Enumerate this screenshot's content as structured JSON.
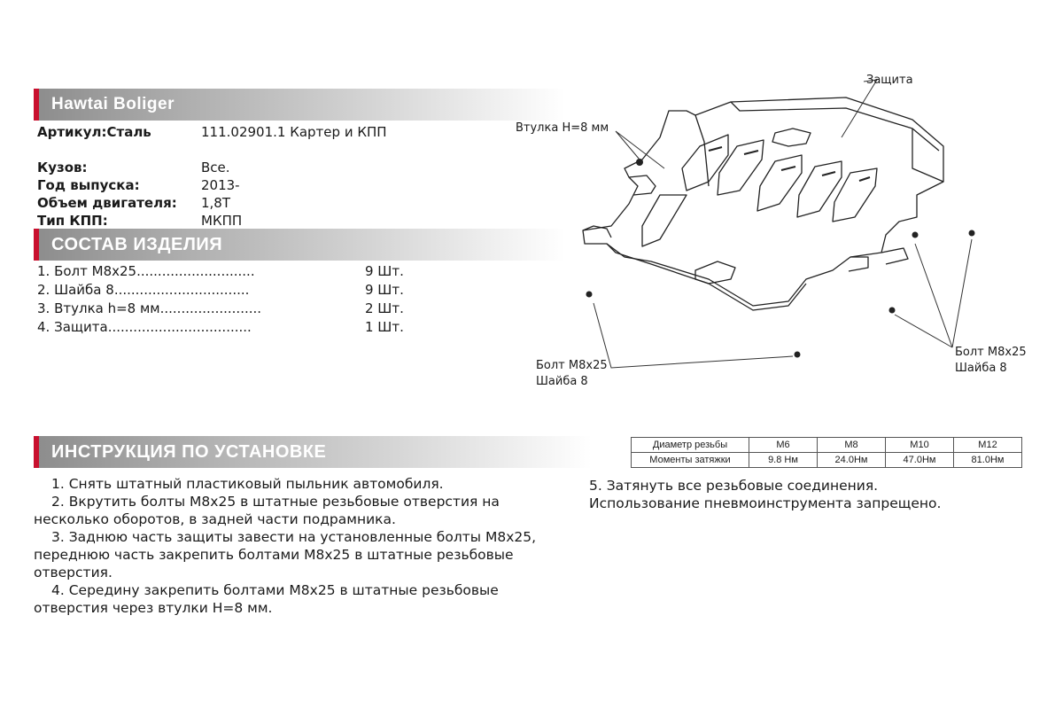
{
  "header": {
    "title": "Hawtai Boliger"
  },
  "specs": [
    {
      "key": "Артикул:Сталь",
      "value": "111.02901.1 Картер и КПП"
    },
    {
      "key": "Кузов:",
      "value": "Все."
    },
    {
      "key": "Год выпуска:",
      "value": "2013-"
    },
    {
      "key": "Объем двигателя:",
      "value": "1,8Т"
    },
    {
      "key": "Тип КПП:",
      "value": "МКПП"
    }
  ],
  "composition": {
    "title": "СОСТАВ ИЗДЕЛИЯ",
    "items": [
      {
        "name": "1. Болт М8х25............................",
        "qty": "9 Шт."
      },
      {
        "name": "2. Шайба 8................................",
        "qty": "9 Шт."
      },
      {
        "name": "3. Втулка h=8 мм........................",
        "qty": "2 Шт."
      },
      {
        "name": "4. Защита..................................",
        "qty": "1 Шт."
      }
    ]
  },
  "diagram": {
    "labels": {
      "protection": "Защита",
      "bushing": "Втулка Н=8 мм",
      "bolt_left_1": "Болт М8х25",
      "bolt_left_2": "Шайба 8",
      "bolt_right_1": "Болт М8х25",
      "bolt_right_2": "Шайба 8"
    }
  },
  "installation": {
    "title": "ИНСТРУКЦИЯ ПО УСТАНОВКЕ",
    "steps_left": [
      "1. Снять штатный пластиковый пыльник автомобиля.",
      "2. Вкрутить болты М8х25 в штатные резьбовые отверстия на несколько оборотов, в задней части подрамника.",
      "3. Заднюю часть защиты завести на установленные болты М8х25, переднюю часть закрепить болтами М8х25 в штатные резьбовые отверстия.",
      "4. Середину закрепить болтами М8х25 в штатные резьбовые отверстия через втулки Н=8 мм."
    ],
    "steps_right": [
      "5. Затянуть все резьбовые соединения.",
      "Использование пневмоинструмента запрещено."
    ]
  },
  "torque_table": {
    "row1_label": "Диаметр резьбы",
    "row2_label": "Моменты затяжки",
    "sizes": [
      "М6",
      "М8",
      "М10",
      "М12"
    ],
    "torques": [
      "9.8 Нм",
      "24.0Нм",
      "47.0Нм",
      "81.0Нм"
    ]
  }
}
